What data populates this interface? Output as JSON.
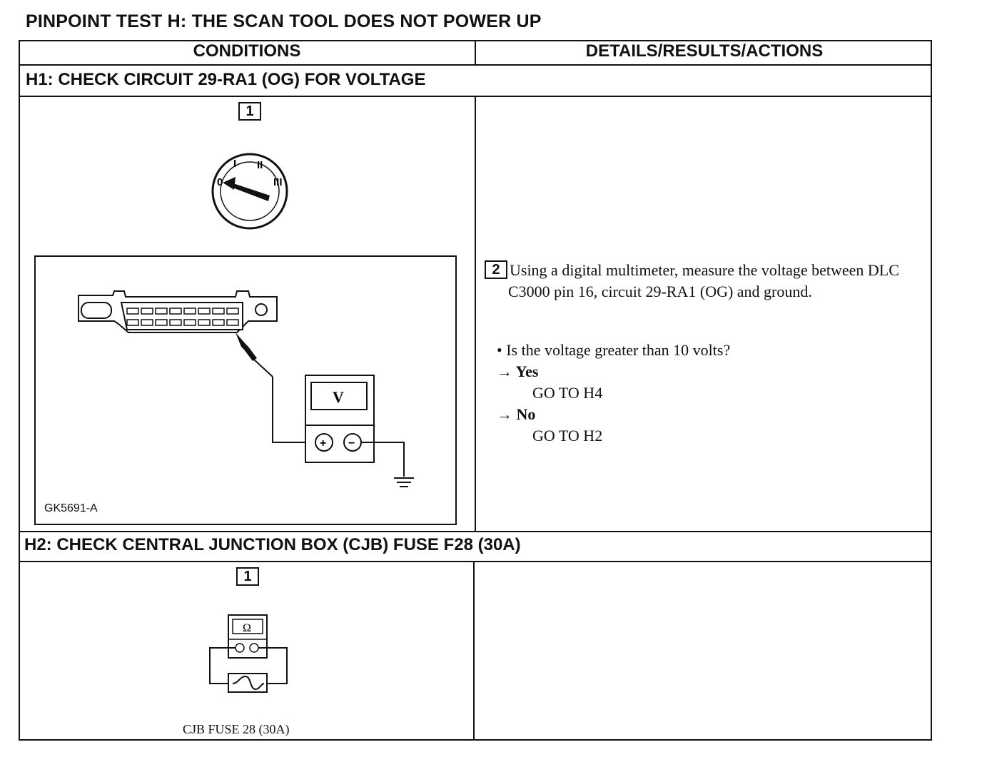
{
  "title": "PINPOINT TEST H: THE SCAN TOOL DOES NOT POWER UP",
  "columns": {
    "conditions": "CONDITIONS",
    "details": "DETAILS/RESULTS/ACTIONS"
  },
  "h1": {
    "heading": "H1: CHECK CIRCUIT 29-RA1 (OG) FOR VOLTAGE",
    "step1_number": "1",
    "ignition_positions": [
      "0",
      "I",
      "II",
      "III"
    ],
    "meter_label": "V",
    "plus_symbol": "+",
    "minus_symbol": "−",
    "figure_id": "GK5691-A",
    "step2_number": "2",
    "step2_text": "Using a digital multimeter, measure the voltage between DLC C3000 pin 16, circuit 29-RA1 (OG) and ground.",
    "question": "• Is the voltage greater than 10 volts?",
    "yes_label": "→ Yes",
    "yes_action": "GO TO H4",
    "no_label": "→ No",
    "no_action": "GO TO H2"
  },
  "h2": {
    "heading": "H2: CHECK CENTRAL JUNCTION BOX (CJB) FUSE F28 (30A)",
    "step1_number": "1",
    "meter_label": "Ω",
    "caption": "CJB FUSE 28 (30A)"
  }
}
